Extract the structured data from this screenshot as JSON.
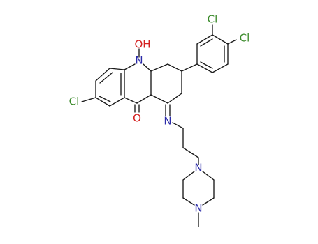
{
  "molecule": {
    "atoms": {
      "cl_left": "Cl",
      "cl_3": "Cl",
      "cl_4": "Cl",
      "oh": "OH",
      "n_acridine": "N",
      "o_ketone": "O",
      "n_imine": "N",
      "n_pip1": "N",
      "n_pip2": "N"
    },
    "colors": {
      "bond": "#1a1a1a",
      "chlorine": "#3a8a2a",
      "oxygen": "#d42020",
      "nitrogen": "#2a2aa8"
    }
  }
}
